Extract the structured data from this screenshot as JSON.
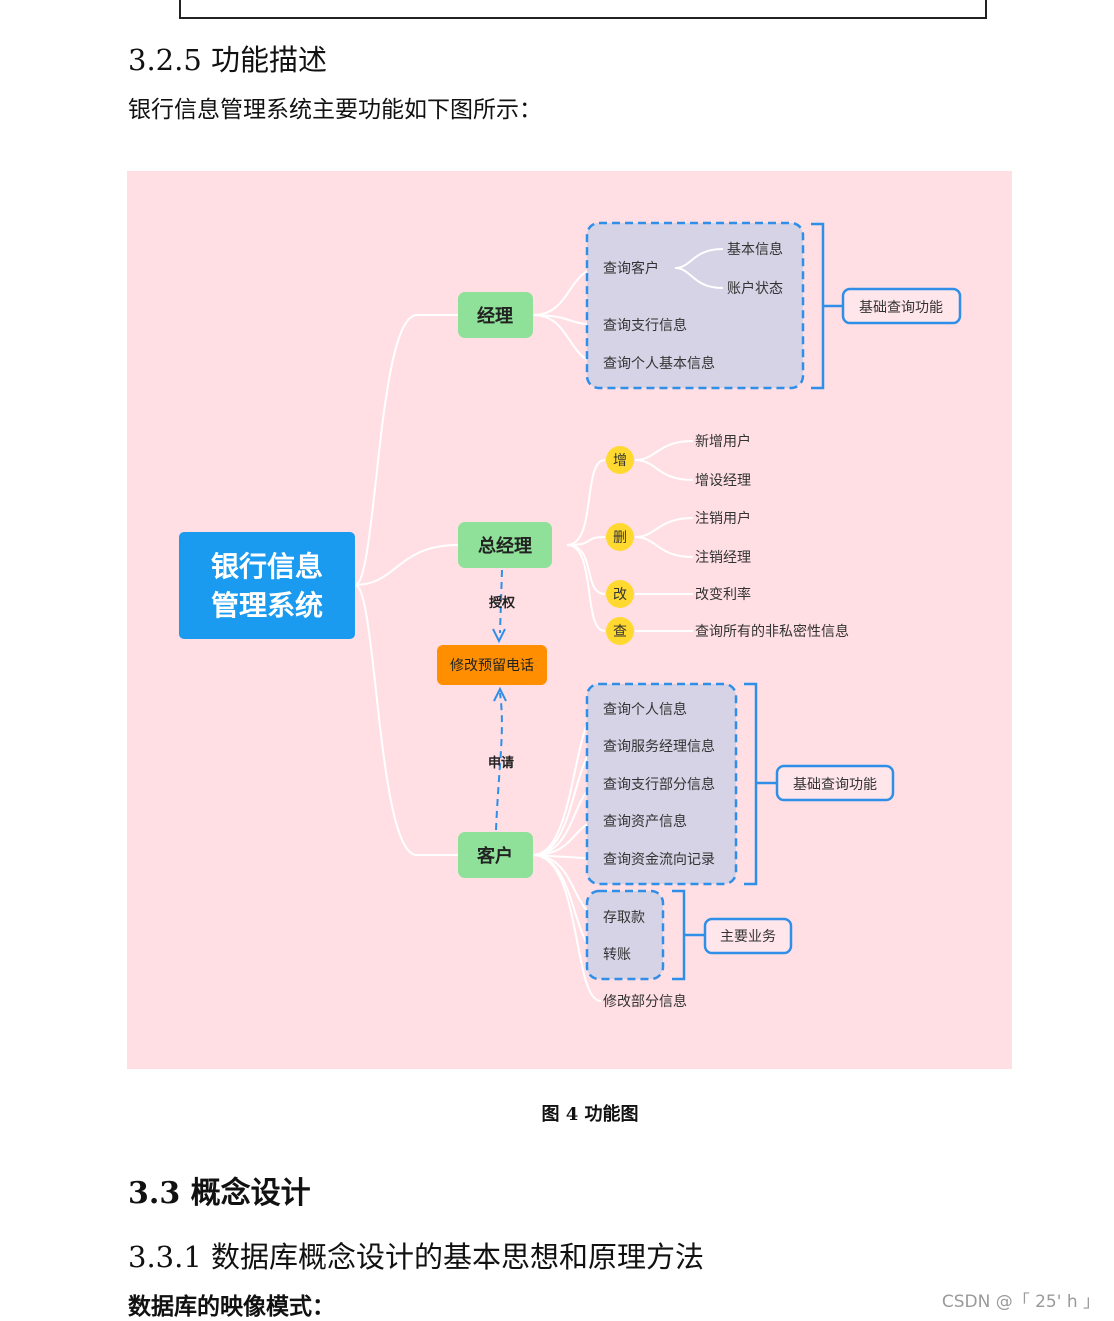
{
  "doc": {
    "heading_325": "3.2.5 功能描述",
    "intro": "银行信息管理系统主要功能如下图所示：",
    "caption": "图 4  功能图",
    "heading_33": "3.3 概念设计",
    "heading_331": "3.3.1 数据库概念设计的基本思想和原理方法",
    "mapping_label": "数据库的映像模式：",
    "watermark": "CSDN @「 25' h 」"
  },
  "diagram": {
    "root": "银行信息管理系统",
    "root_lines": [
      "银行信息",
      "管理系统"
    ],
    "roles": {
      "manager": "经理",
      "general_manager": "总经理",
      "customer": "客户"
    },
    "manager_items": {
      "query_customer": "查询客户",
      "basic_info": "基本信息",
      "account_status": "账户状态",
      "query_branch": "查询支行信息",
      "query_personal": "查询个人基本信息",
      "group_label": "基础查询功能"
    },
    "gm_items": {
      "add": {
        "op": "增",
        "children": [
          "新增用户",
          "增设经理"
        ]
      },
      "delete": {
        "op": "删",
        "children": [
          "注销用户",
          "注销经理"
        ]
      },
      "modify": {
        "op": "改",
        "children": [
          "改变利率"
        ]
      },
      "query": {
        "op": "查",
        "children": [
          "查询所有的非私密性信息"
        ]
      }
    },
    "phone": {
      "label": "修改预留电话",
      "authorize": "授权",
      "apply": "申请"
    },
    "customer_items": {
      "basic_query": [
        "查询个人信息",
        "查询服务经理信息",
        "查询支行部分信息",
        "查询资产信息",
        "查询资金流向记录"
      ],
      "basic_group_label": "基础查询功能",
      "main_business": [
        "存取款",
        "转账"
      ],
      "main_group_label": "主要业务",
      "modify_info": "修改部分信息"
    },
    "colors": {
      "background": "#ffdfe4",
      "root": "#1a9bef",
      "role": "#8fe19a",
      "op": "#ffd930",
      "phone": "#ff8f00",
      "group_fill": "#d6d3e6",
      "accent_blue": "#2f8fe8"
    }
  }
}
